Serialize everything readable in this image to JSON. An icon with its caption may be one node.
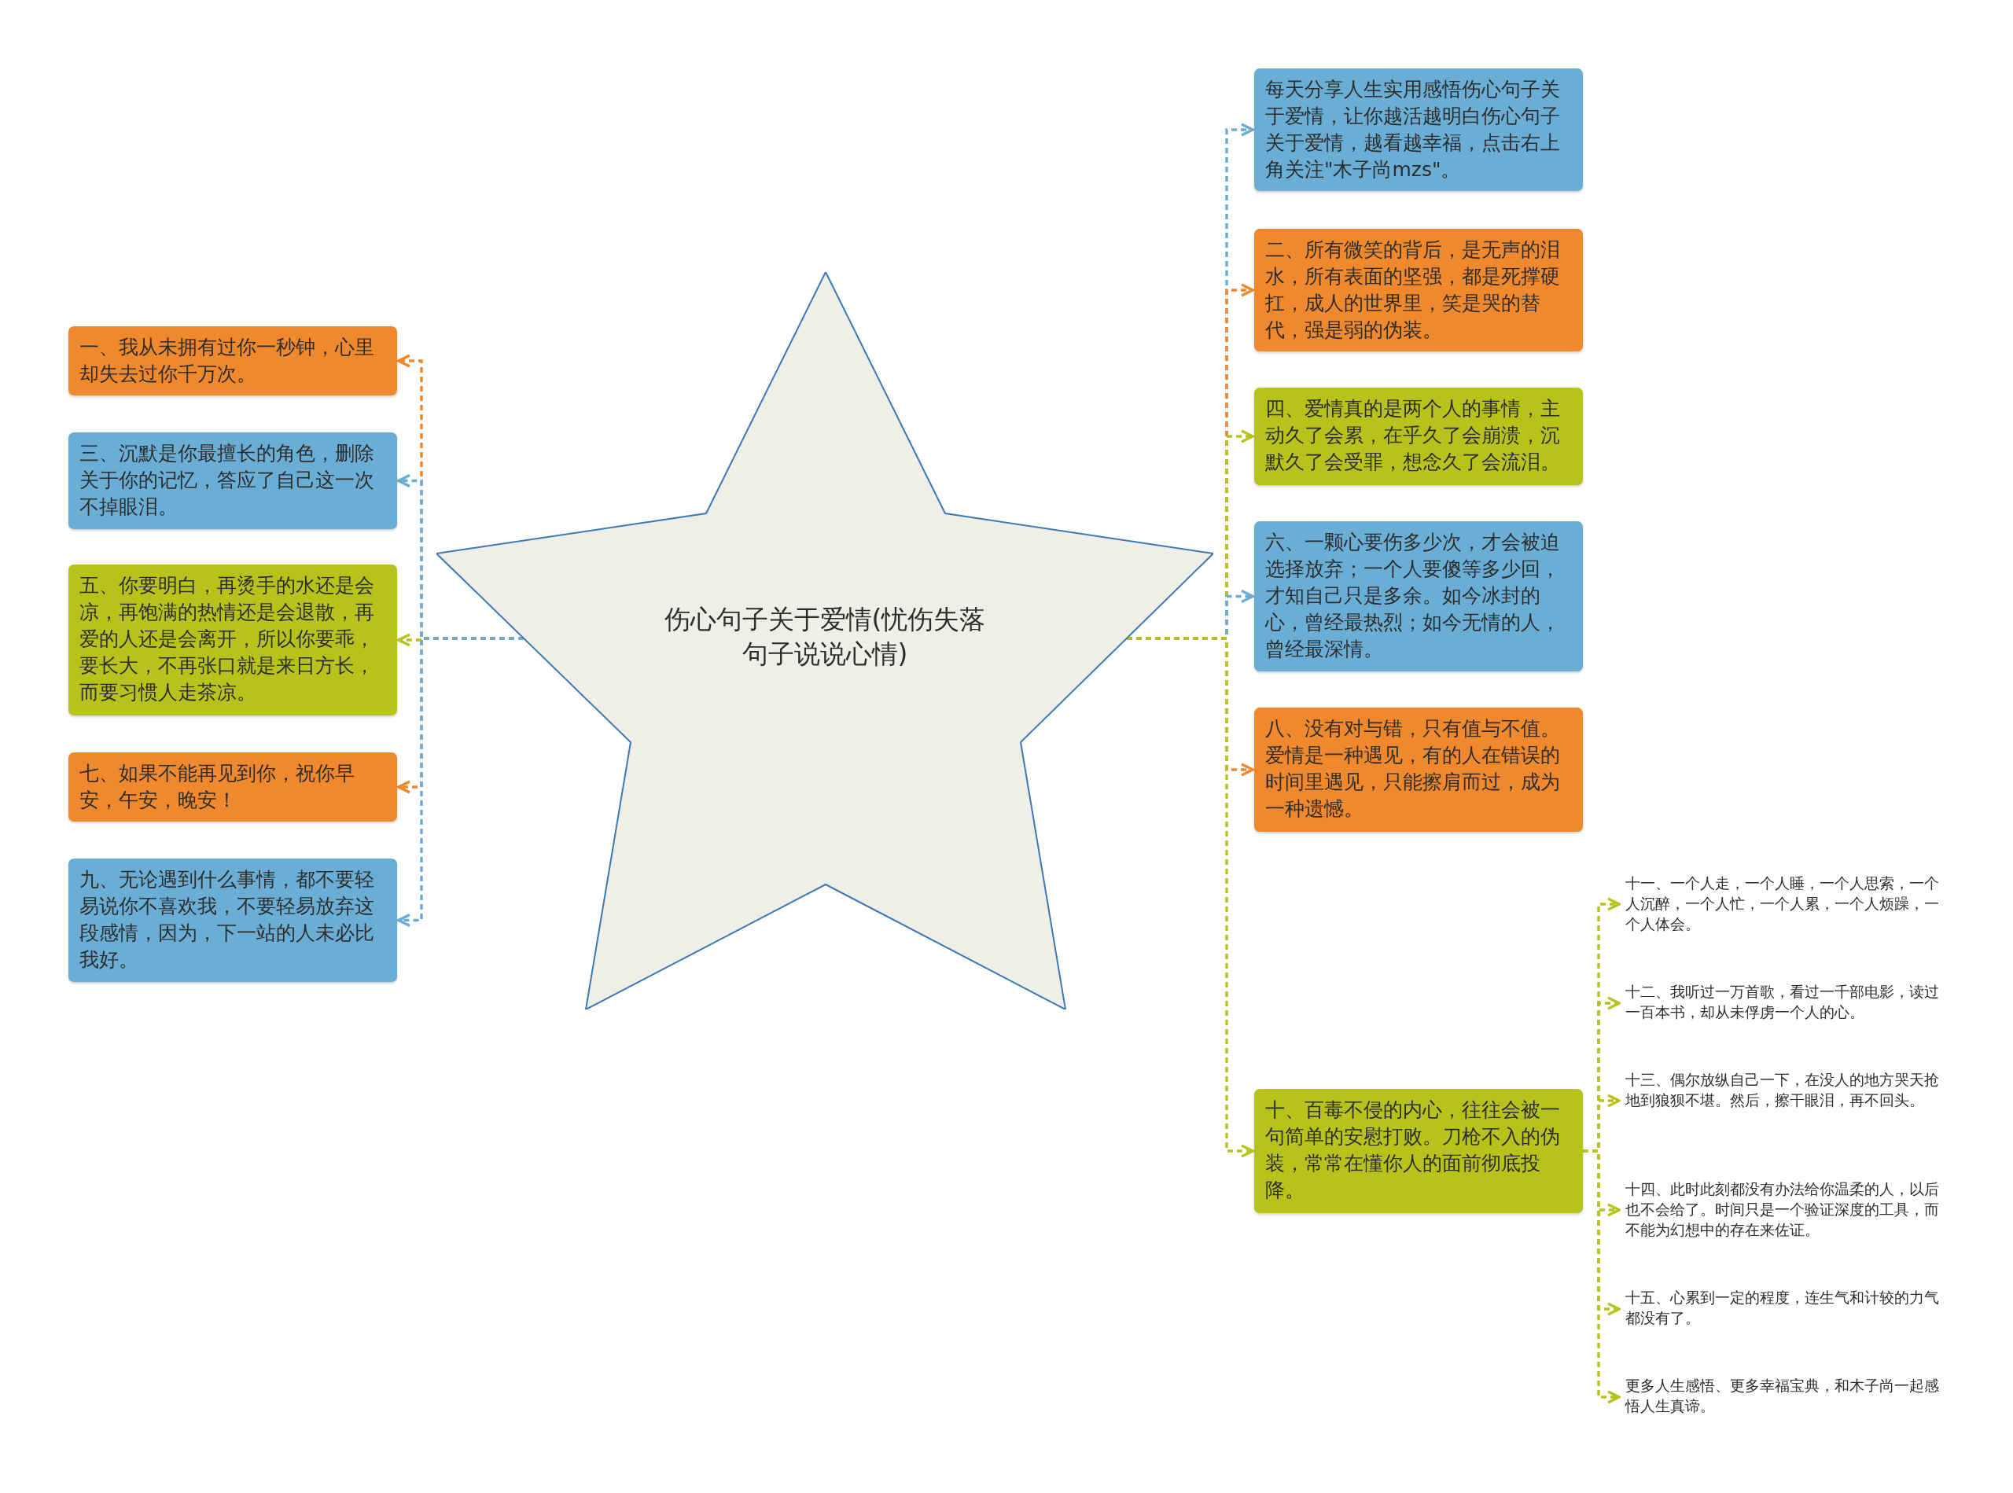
{
  "diagram": {
    "nodes": [
      {
        "text": [
          "伤心句子关于爱情(忧伤失落句子说说心情)"
        ]
      },
      {
        "text": [
          "每天分享人生实用感悟伤心句子关于爱情，让你越活越明白伤心句子关于爱情，越看越幸福，点击右上角关注\"木子尚mzs\"。"
        ]
      },
      {
        "text": [
          "二、所有微笑的背后，是无声的泪水，所有表面的坚强，都是死撑硬扛，成人的世界里，笑是哭的替代，强是弱的伪装。"
        ]
      },
      {
        "text": [
          "四、爱情真的是两个人的事情，主动久了会累，在乎久了会崩溃，沉默久了会受罪，想念久了会流泪。"
        ]
      },
      {
        "text": [
          "六、一颗心要伤多少次，才会被迫选择放弃；一个人要傻等多少回，才知自己只是多余。如今冰封的心，曾经最热烈；如今无情的人，曾经最深情。"
        ]
      },
      {
        "text": [
          "八、没有对与错，只有值与不值。爱情是一种遇见，有的人在错误的时间里遇见，只能擦肩而过，成为一种遗憾。"
        ]
      },
      {
        "text": [
          "十、百毒不侵的内心，往往会被一句简单的安慰打败。刀枪不入的伪装，常常在懂你人的面前彻底投降。"
        ]
      },
      {
        "text": [
          "一、我从未拥有过你一秒钟，心里却失去过你千万次。"
        ]
      },
      {
        "text": [
          "三、沉默是你最擅长的角色，删除关于你的记忆，答应了自己这一次不掉眼泪。"
        ]
      },
      {
        "text": [
          "五、你要明白，再烫手的水还是会凉，再饱满的热情还是会退散，再爱的人还是会离开，所以你要乖，要长大，不再张口就是来日方长，而要习惯人走茶凉。"
        ]
      },
      {
        "text": [
          "七、如果不能再见到你，祝你早安，午安，晚安！"
        ]
      },
      {
        "text": [
          "九、无论遇到什么事情，都不要轻易说你不喜欢我，不要轻易放弃这段感情，因为，下一站的人未必比我好。"
        ]
      },
      {
        "text": [
          "十一、一个人走，一个人睡，一个人思索，一个人沉醉，一个人忙，一个人累，一个人烦躁，一个人体会。"
        ]
      },
      {
        "text": [
          "十二、我听过一万首歌，看过一千部电影，读过一百本书，却从未俘虏一个人的心。"
        ]
      },
      {
        "text": [
          "十三、偶尔放纵自己一下，在没人的地方哭天抢地到狼狈不堪。然后，擦干眼泪，再不回头。"
        ]
      },
      {
        "text": [
          "十四、此时此刻都没有办法给你温柔的人，以后也不会给了。时间只是一个验证深度的工具，而不能为幻想中的存在来佐证。"
        ]
      },
      {
        "text": [
          "十五、心累到一定的程度，连生气和计较的力气都没有了。"
        ]
      },
      {
        "text": [
          "更多人生感悟、更多幸福宝典，和木子尚一起感悟人生真谛。"
        ]
      }
    ],
    "edges": [
      {
        "from": 0,
        "to": 1,
        "arrow": "to",
        "style": "dashed",
        "color": "#6aaed6"
      },
      {
        "from": 0,
        "to": 2,
        "arrow": "to",
        "style": "dashed",
        "color": "#f0892d"
      },
      {
        "from": 0,
        "to": 3,
        "arrow": "to",
        "style": "dashed"
      },
      {
        "from": 0,
        "to": 4,
        "arrow": "to",
        "style": "dashed",
        "color": "#6aaed6"
      },
      {
        "from": 0,
        "to": 5,
        "arrow": "to",
        "style": "dashed",
        "color": "#f0892d"
      },
      {
        "from": 0,
        "to": 6,
        "arrow": "to",
        "style": "dashed"
      },
      {
        "from": 0,
        "to": 7,
        "arrow": "to",
        "style": "dashed",
        "color": "#f0892d"
      },
      {
        "from": 0,
        "to": 8,
        "arrow": "to",
        "style": "dashed",
        "color": "#6aaed6"
      },
      {
        "from": 0,
        "to": 9,
        "arrow": "to",
        "style": "dashed"
      },
      {
        "from": 0,
        "to": 10,
        "arrow": "to",
        "style": "dashed",
        "color": "#f0892d"
      },
      {
        "from": 0,
        "to": 11,
        "arrow": "to",
        "style": "dashed",
        "color": "#6aaed6"
      },
      {
        "from": 6,
        "to": 12,
        "arrow": "to",
        "style": "dashed"
      },
      {
        "from": 6,
        "to": 13,
        "arrow": "to",
        "style": "dashed"
      },
      {
        "from": 6,
        "to": 14,
        "arrow": "to",
        "style": "dashed"
      },
      {
        "from": 6,
        "to": 15,
        "arrow": "to",
        "style": "dashed"
      },
      {
        "from": 6,
        "to": 16,
        "arrow": "to",
        "style": "dashed"
      },
      {
        "from": 6,
        "to": 17,
        "arrow": "to",
        "style": "dashed"
      }
    ]
  }
}
